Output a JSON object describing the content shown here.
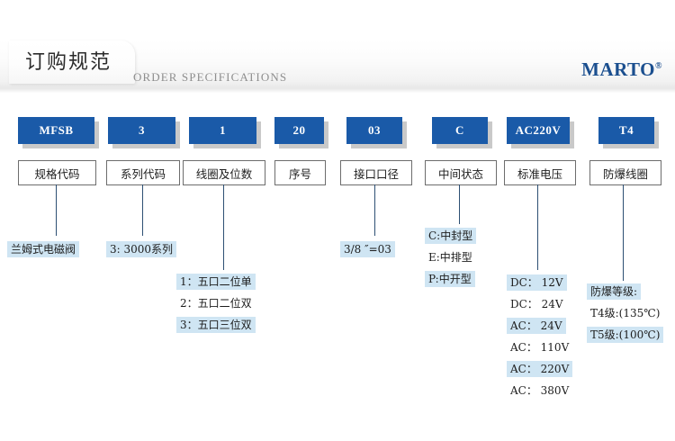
{
  "header": {
    "title_cn": "订购规范",
    "title_en": "ORDER SPECIFICATIONS",
    "brand": "MARTO",
    "brand_mark": "®",
    "accent_blue": "#1a5aa8",
    "brand_color": "#1b4f8f",
    "highlight_blue": "#cfe5f3",
    "shadow_gray": "#c9c9c9"
  },
  "columns": [
    {
      "code": "MFSB",
      "label": "规格代码",
      "options": [
        "兰姆式电磁阀"
      ],
      "highlight": [
        true
      ]
    },
    {
      "code": "3",
      "label": "系列代码",
      "options": [
        "3: 3000系列"
      ],
      "highlight": [
        true
      ]
    },
    {
      "code": "1",
      "label": "线圈及位数",
      "options": [
        "1：五口二位单",
        "2：五口二位双",
        "3：五口三位双"
      ],
      "highlight": [
        true,
        false,
        true
      ]
    },
    {
      "code": "20",
      "label": "序号",
      "options": [],
      "highlight": []
    },
    {
      "code": "03",
      "label": "接口口径",
      "options": [
        "3/8 ″=03"
      ],
      "highlight": [
        true
      ]
    },
    {
      "code": "C",
      "label": "中间状态",
      "options": [
        "C:中封型",
        "E:中排型",
        "P:中开型"
      ],
      "highlight": [
        true,
        false,
        true
      ]
    },
    {
      "code": "AC220V",
      "label": "标准电压",
      "options": [
        "DC： 12V",
        "DC： 24V",
        "AC： 24V",
        "AC： 110V",
        "AC： 220V",
        "AC： 380V"
      ],
      "highlight": [
        true,
        false,
        true,
        false,
        true,
        false
      ]
    },
    {
      "code": "T4",
      "label": "防爆线圈",
      "options": [
        "防爆等级:",
        "T4级:(135℃)",
        "T5级:(100℃)"
      ],
      "highlight": [
        true,
        false,
        true
      ]
    }
  ]
}
